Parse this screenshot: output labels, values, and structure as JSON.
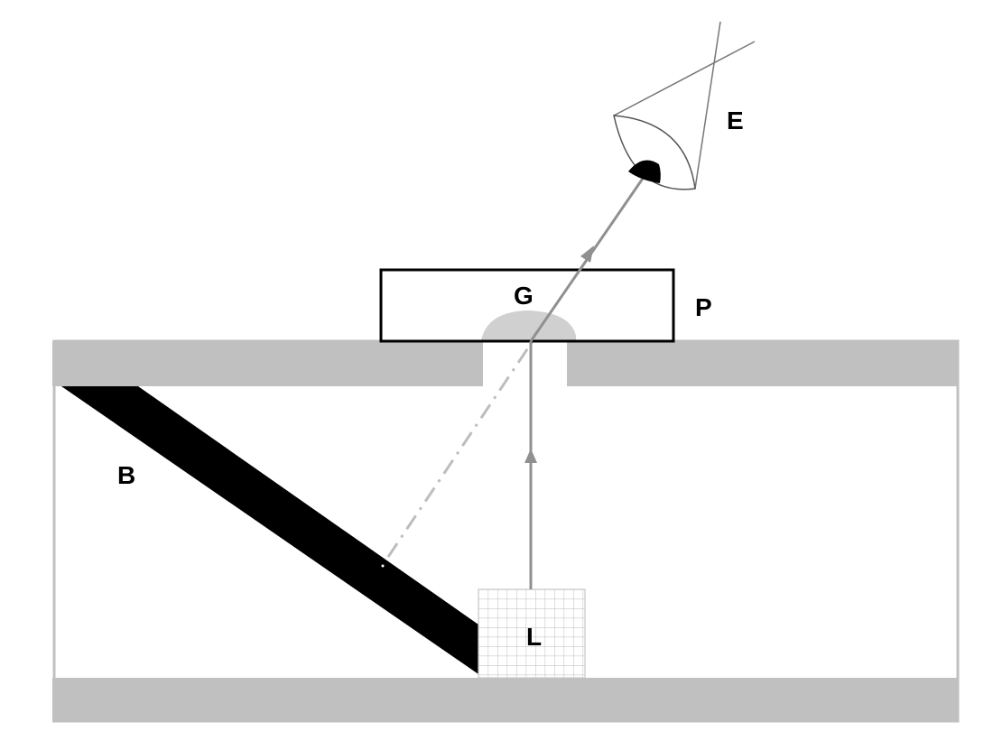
{
  "diagram": {
    "labels": {
      "eye": "E",
      "glass": "G",
      "plate": "P",
      "blade": "B",
      "light": "L"
    },
    "colors": {
      "housing": "#c0c0c0",
      "ray": "#909090",
      "dashed_ray": "#bdbdbd",
      "blade": "#000000",
      "grid": "#c8c8c8",
      "outline": "#000000",
      "droplet": "#cfcfcf"
    },
    "icons": {
      "eye": "eye-icon",
      "light_source": "grid-light-icon"
    }
  }
}
